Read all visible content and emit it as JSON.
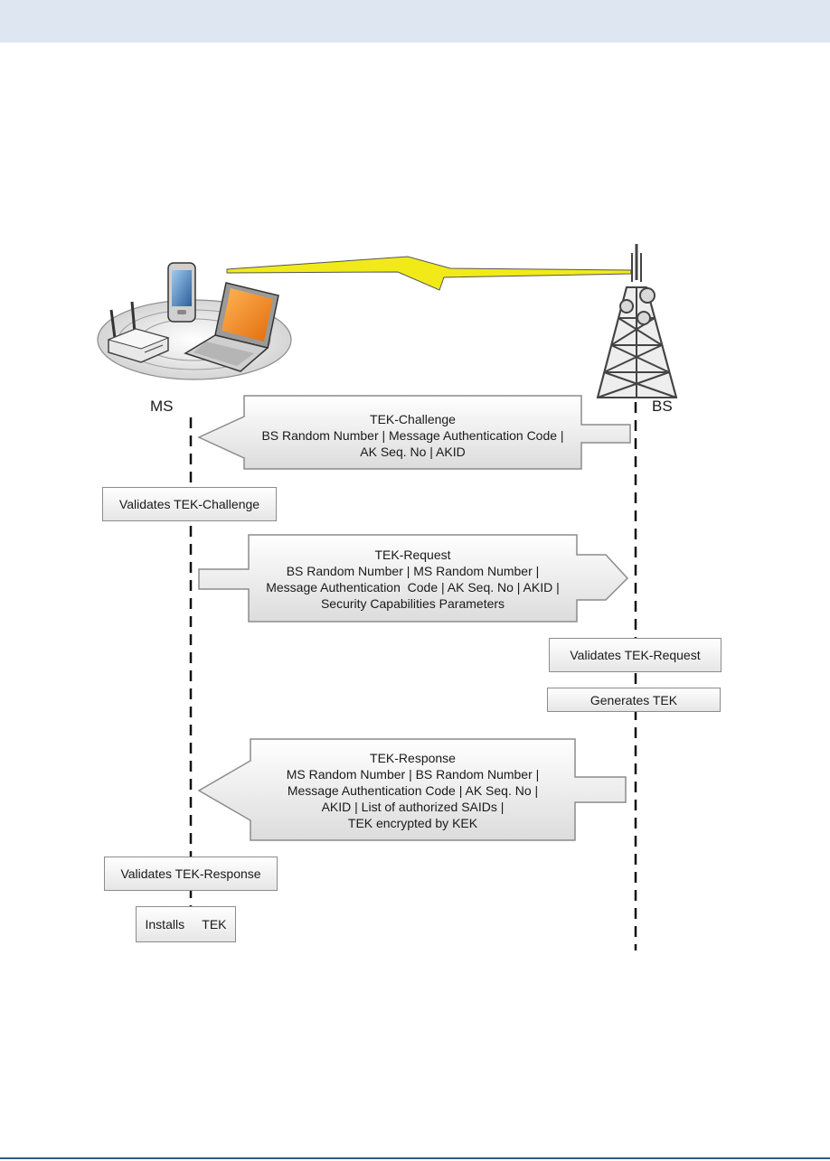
{
  "labels": {
    "ms": "MS",
    "bs": "BS"
  },
  "messages": {
    "challenge": [
      "TEK-Challenge",
      "BS Random Number | Message Authentication Code |",
      "AK Seq. No | AKID"
    ],
    "request": [
      "TEK-Request",
      "BS Random Number | MS Random Number |",
      "Message Authentication  Code | AK Seq. No | AKID |",
      "Security Capabilities Parameters"
    ],
    "response": [
      "TEK-Response",
      "MS Random Number | BS Random Number |",
      "Message Authentication Code | AK Seq. No |",
      "AKID | List of authorized SAIDs |",
      "TEK encrypted by KEK"
    ]
  },
  "steps": {
    "validates_challenge": "Validates TEK-Challenge",
    "validates_request": "Validates TEK-Request",
    "generates_tek": "Generates TEK",
    "validates_response": "Validates TEK-Response",
    "installs_tek": "Installs     TEK"
  },
  "colors": {
    "lightning": "#f2ea18",
    "screen": "#f28a1e",
    "header_band": "#dde6f1",
    "footer_rule": "#2f5d8c"
  },
  "icons": [
    "router-icon",
    "phone-icon",
    "laptop-icon",
    "radio-tower-icon",
    "wireless-link-icon"
  ]
}
